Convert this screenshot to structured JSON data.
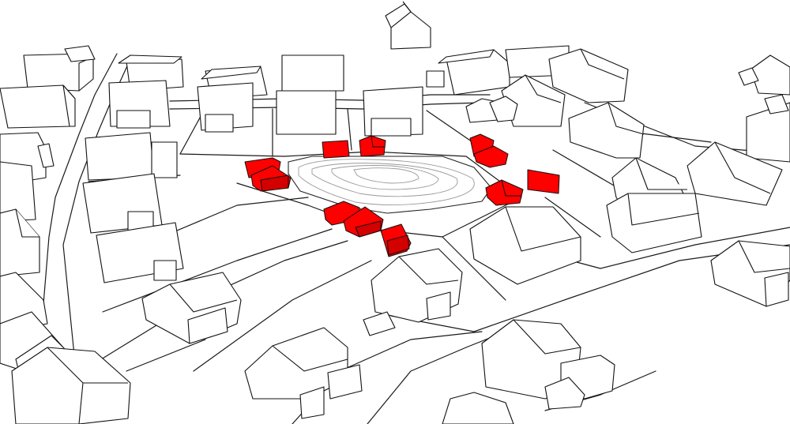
{
  "colors": {
    "background": "#ffffff",
    "line": "#111111",
    "existing_building": "#ffffff",
    "new_building": "#ff0000",
    "new_building_shade": "#d40000",
    "contour": "#9a9a9a"
  },
  "diagram": {
    "type": "axonometric-site-plan",
    "existing_building_count": 52,
    "new_building_count": 13
  }
}
